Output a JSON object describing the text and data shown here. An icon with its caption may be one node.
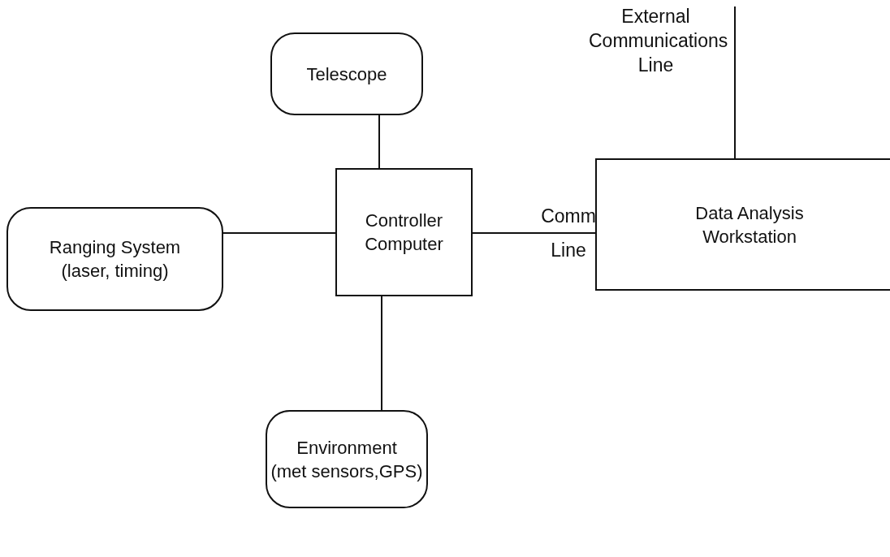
{
  "diagram": {
    "nodes": [
      {
        "text": [
          "Telescope"
        ]
      },
      {
        "text": [
          "Ranging System",
          "(laser, timing)"
        ]
      },
      {
        "text": [
          "Controller Computer"
        ]
      },
      {
        "text": [
          "Data Analysis Workstation"
        ]
      },
      {
        "text": [
          "Environment",
          "(met sensors,GPS)"
        ]
      }
    ],
    "edges": [
      {
        "from": 0,
        "to": 2,
        "arrow": "none"
      },
      {
        "from": 1,
        "to": 2,
        "arrow": "none"
      },
      {
        "from": 2,
        "to": 3,
        "arrow": "none",
        "label": "Comm Line"
      },
      {
        "from": 2,
        "to": 4,
        "arrow": "none"
      },
      {
        "from": null,
        "to": 3,
        "arrow": "none",
        "label": "External Communications Line"
      }
    ]
  }
}
